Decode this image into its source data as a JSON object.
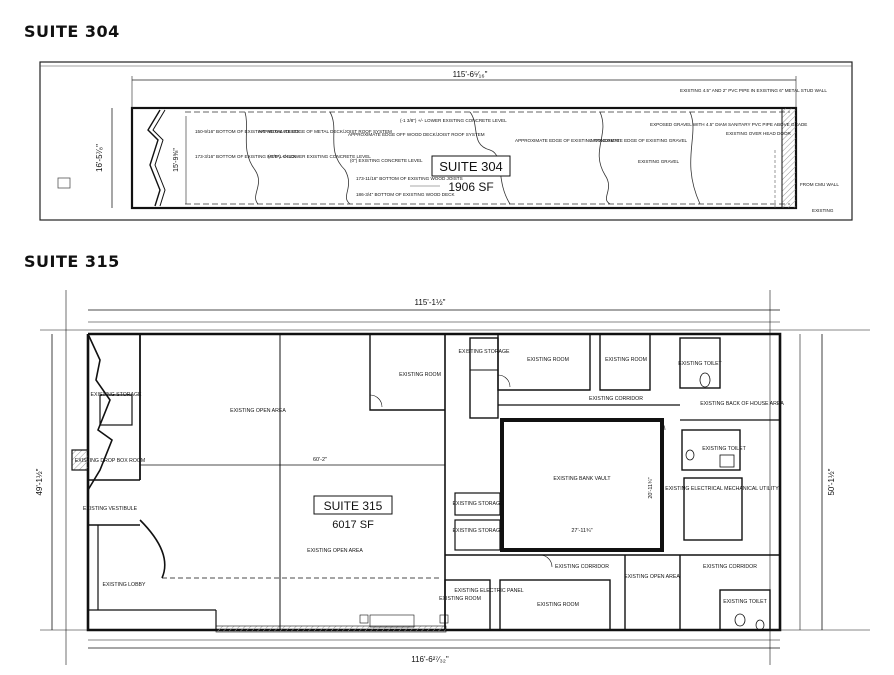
{
  "sections": [
    {
      "title": "SUITE 304",
      "suite_label": "SUITE  304",
      "area": "1906 SF",
      "dimensions": {
        "overall_width": "115'-6⁵⁄₁₆\"",
        "left_height": "16'-5⁷⁄₈\"",
        "inner_height": "15'-9⅝\""
      },
      "notes": [
        "150-9/16\" BOTTOM OF EXISTING METAL JOISTS",
        "173-3/16\" BOTTOM OF EXISTING METAL DECK",
        "APPROXIMATE EDGE OF METAL DECK/JOIST ROOF SYSTEM",
        "(-7/8\") +/- LOWER EXISTING CONCRETE LEVEL",
        "APPROXIMATE EDGE OFF WOOD DECK/JOIST ROOF SYSTEM",
        "(-1 3/8\") +/- LOWER EXISTING CONCRETE LEVEL",
        "(0\") EXISTING CONCRETE LEVEL",
        "173-11/16\" BOTTOM OF EXISTING WOOD JOISTS",
        "186-3/4\" BOTTOM OF EXISTING WOOD DECK",
        "APPROXIMATE EDGE OF EXISTING CONCRETE",
        "APPROXIMATE EDGE OF EXISTING GRAVEL",
        "EXISTING GRAVEL",
        "EXPOSED GRAVEL WITH 4.5\" DIAM SANITARY PVC PIPE ABOVE GRADE",
        "EXISTING 4.5\" AND 2\" PVC PIPE IN EXISTING 6\" METAL STUD WALL",
        "EXISTING OVER HEAD DOOR",
        "FROM CMU WALL",
        "EXISTING"
      ]
    },
    {
      "title": "SUITE 315",
      "suite_label": "SUITE 315",
      "area": "6017 SF",
      "dimensions": {
        "overall_width": "115'-1½\"",
        "bottom_width": "116'-6²⁷⁄₃₂\"",
        "left_height": "49'-1½\"",
        "right_height": "50'-1½\"",
        "open_width": "60'-2\"",
        "vault_height": "20'-11¾\"",
        "vault_width": "27'-11¾\""
      },
      "rooms": [
        "EXISTING STORAGE",
        "EXISTING DROP BOX ROOM",
        "EXISTING VESTIBULE",
        "EXISTING LOBBY",
        "EXISTING OPEN AREA",
        "EXISTING OPEN AREA",
        "EXISTING ROOM",
        "EXISTING STORAGE",
        "EXISTING ROOM",
        "EXISTING ROOM",
        "EXISTING CORRIDOR",
        "EXISTING TOILET",
        "EXISTING BACK OF HOUSE AREA",
        "EXISTING TOILET",
        "EXISTING BANK VAULT",
        "EXISTING ELECTRICAL MECHANICAL UTILITY",
        "EXISTING STORAGE",
        "EXISTING STORAGE",
        "EXISTING CORRIDOR",
        "EXISTING CORRIDOR",
        "EXISTING ROOM",
        "EXISTING ROOM",
        "EXISTING OPEN AREA",
        "EXISTING TOILET",
        "EXISTING ELECTRIC PANEL"
      ]
    }
  ]
}
